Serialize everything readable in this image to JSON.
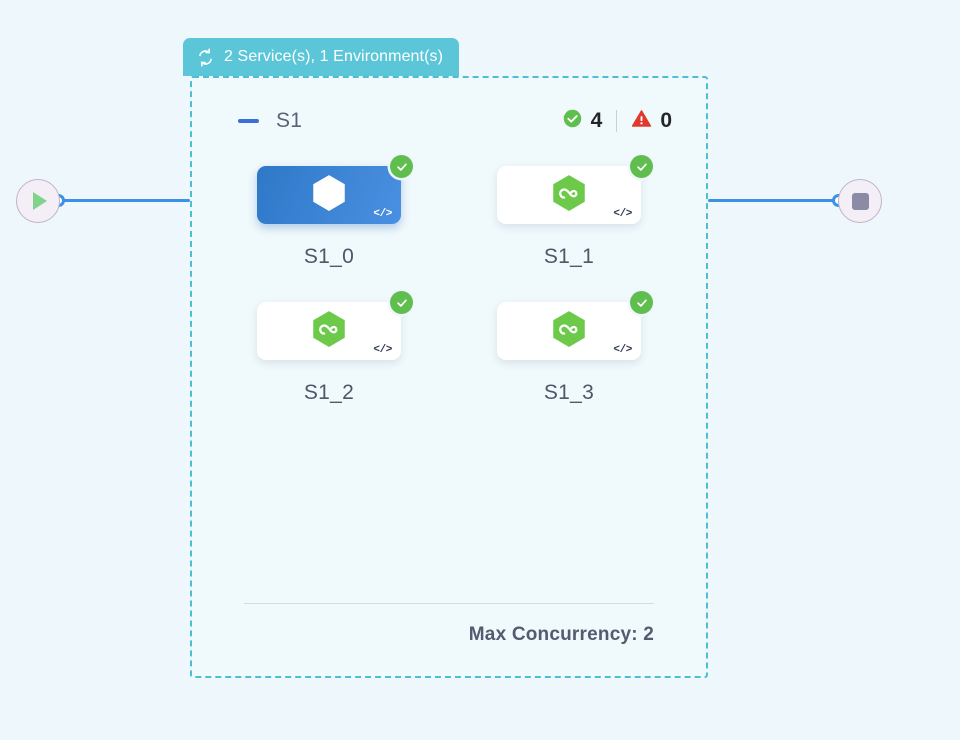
{
  "canvas": {
    "background_color": "#eef8fc"
  },
  "group_header": {
    "icon": "sync-loop-icon",
    "label": "2 Service(s), 1 Environment(s)",
    "background_color": "#5cc6d9",
    "text_color": "#ffffff"
  },
  "group": {
    "border_color": "#4cbfd4",
    "collapse_toggle_icon": "minus-icon",
    "name": "S1",
    "status": {
      "success": {
        "icon": "check-circle-icon",
        "count": "4",
        "color": "#5fbe4e"
      },
      "warning": {
        "icon": "warning-triangle-icon",
        "count": "0",
        "color": "#e03a2f"
      }
    }
  },
  "nodes": [
    {
      "label": "S1_0",
      "selected": true,
      "service_icon": "hexagon-infinity-icon",
      "icon_color": "#ffffff",
      "badge_icon": "check-circle-icon",
      "code_glyph": "</>",
      "accent_color": "#4a90e2"
    },
    {
      "label": "S1_1",
      "selected": false,
      "service_icon": "hexagon-infinity-icon",
      "icon_color": "#6dc94a",
      "badge_icon": "check-circle-icon",
      "code_glyph": "</>",
      "accent_color": "#ffffff"
    },
    {
      "label": "S1_2",
      "selected": false,
      "service_icon": "hexagon-infinity-icon",
      "icon_color": "#6dc94a",
      "badge_icon": "check-circle-icon",
      "code_glyph": "</>",
      "accent_color": "#ffffff"
    },
    {
      "label": "S1_3",
      "selected": false,
      "service_icon": "hexagon-infinity-icon",
      "icon_color": "#6dc94a",
      "badge_icon": "check-circle-icon",
      "code_glyph": "</>",
      "accent_color": "#ffffff"
    }
  ],
  "footer": {
    "text": "Max Concurrency: 2"
  },
  "terminals": {
    "start": {
      "icon": "play-icon",
      "color": "#7fd48a"
    },
    "end": {
      "icon": "stop-icon",
      "color": "#8c8ba6"
    }
  },
  "edges": {
    "color": "#3c91e6",
    "port_icon": "connection-port-icon"
  }
}
